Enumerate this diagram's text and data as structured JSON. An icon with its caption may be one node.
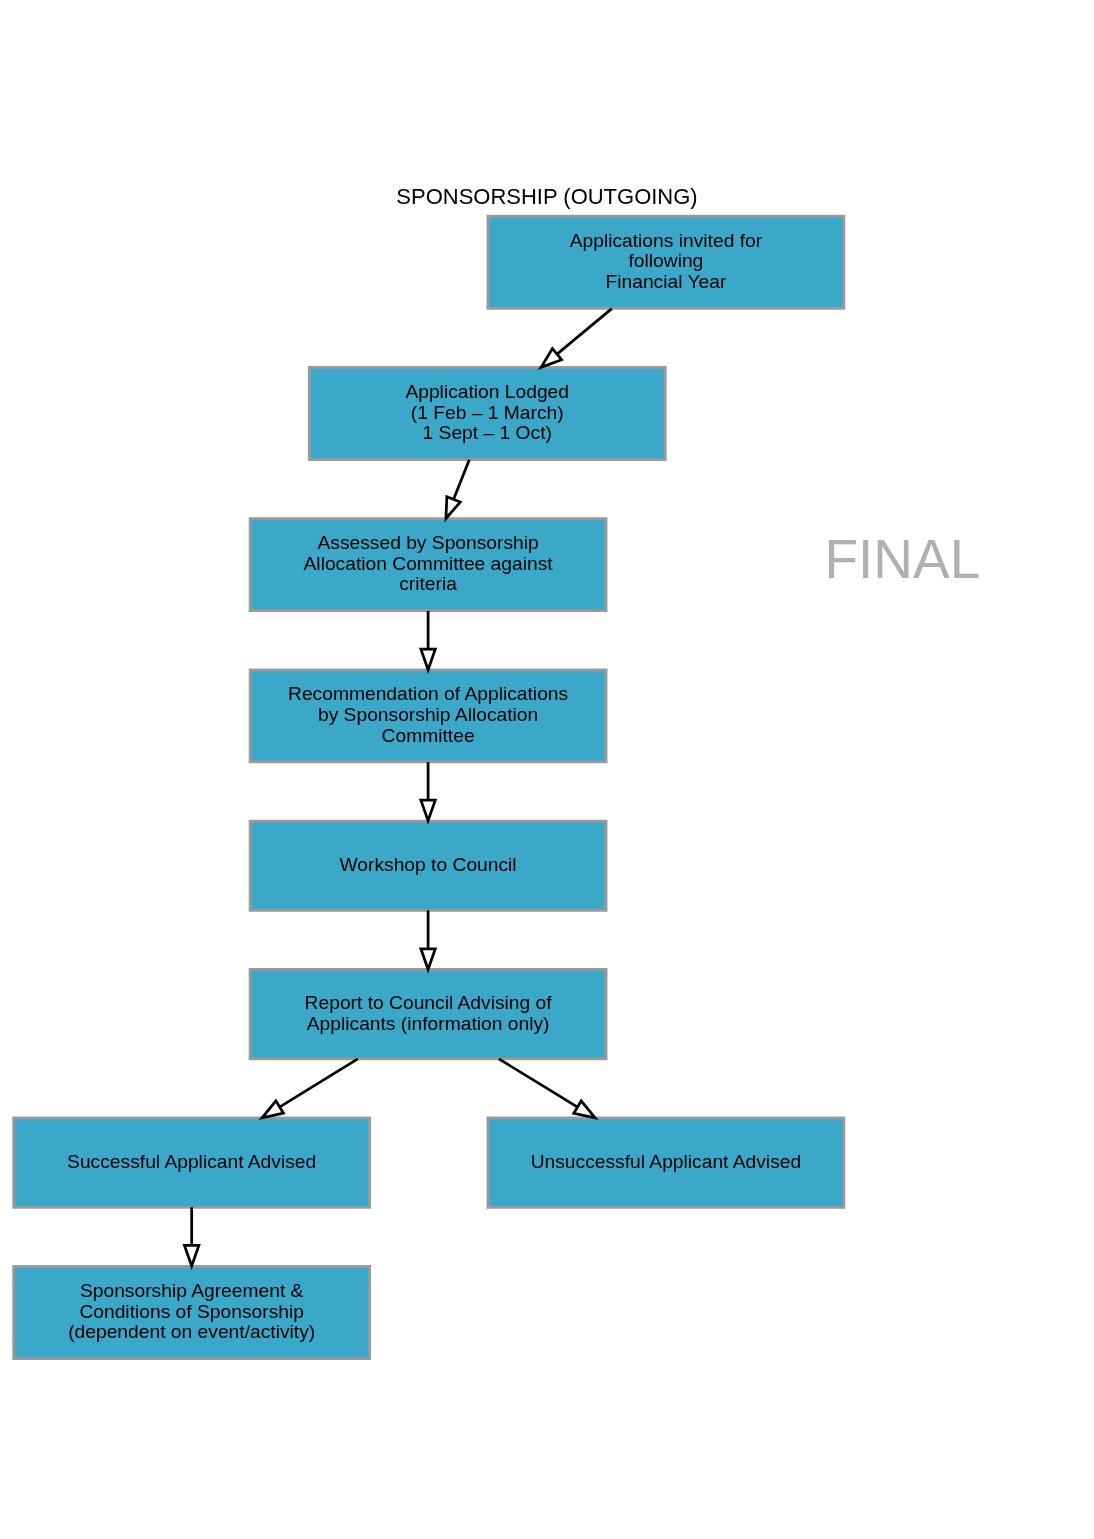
{
  "diagram": {
    "title": "SPONSORSHIP (OUTGOING)",
    "nodes": [
      {
        "text": [
          "Applications invited for following",
          "Financial Year"
        ]
      },
      {
        "text": [
          "Application Lodged",
          "(1 Feb – 1 March)",
          "1 Sept – 1 Oct)"
        ]
      },
      {
        "text": [
          "Assessed by Sponsorship Allocation Committee against criteria"
        ]
      },
      {
        "text": [
          "Recommendation of Applications by Sponsorship Allocation Committee"
        ]
      },
      {
        "text": [
          "Workshop to Council"
        ]
      },
      {
        "text": [
          "Report to Council Advising of Applicants (information only)"
        ]
      },
      {
        "text": [
          "Successful Applicant Advised"
        ]
      },
      {
        "text": [
          "Unsuccessful Applicant Advised"
        ]
      },
      {
        "text": [
          "Sponsorship Agreement & Conditions of Sponsorship (dependent on event/activity)"
        ]
      }
    ],
    "edges": [
      {
        "from": 0,
        "to": 1,
        "arrow": "to"
      },
      {
        "from": 1,
        "to": 2,
        "arrow": "to"
      },
      {
        "from": 2,
        "to": 3,
        "arrow": "to"
      },
      {
        "from": 3,
        "to": 4,
        "arrow": "to"
      },
      {
        "from": 4,
        "to": 5,
        "arrow": "to"
      },
      {
        "from": 5,
        "to": 6,
        "arrow": "to"
      },
      {
        "from": 5,
        "to": 7,
        "arrow": "to"
      },
      {
        "from": 6,
        "to": 8,
        "arrow": "to"
      }
    ],
    "labels": [
      "FINAL"
    ]
  }
}
